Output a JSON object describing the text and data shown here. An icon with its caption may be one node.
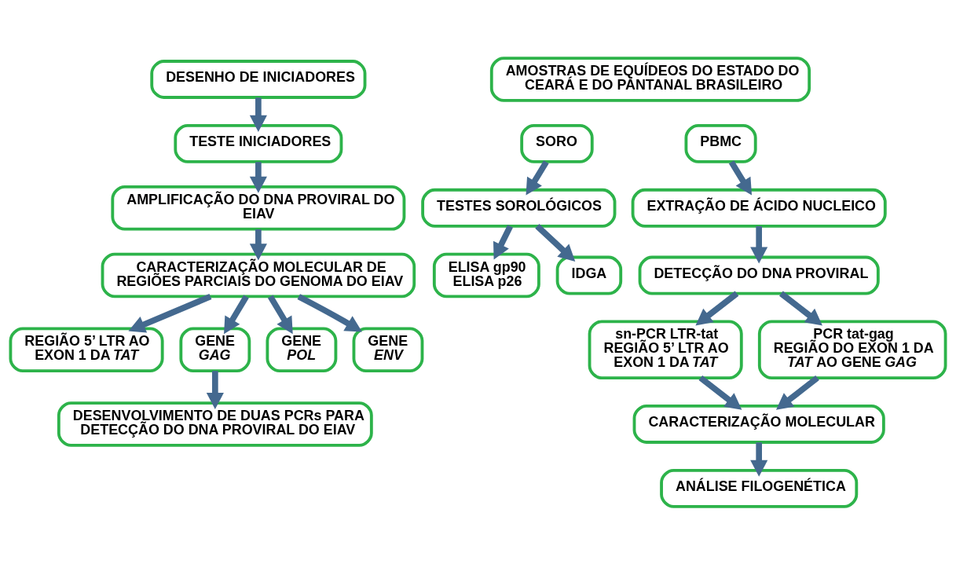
{
  "diagram": {
    "nodes": [
      {
        "text": [
          "DESENHO DE INICIADORES"
        ]
      },
      {
        "text": [
          "TESTE INICIADORES"
        ]
      },
      {
        "text": [
          "AMPLIFICAÇÃO DO DNA PROVIRAL DO EIAV"
        ]
      },
      {
        "text": [
          "CARACTERIZAÇÃO MOLECULAR DE REGIÕES PARCIAIS DO GENOMA DO EIAV"
        ]
      },
      {
        "text": [
          "REGIÃO 5’ LTR AO EXON 1 DA *TAT*"
        ]
      },
      {
        "text": [
          "GENE *GAG*"
        ]
      },
      {
        "text": [
          "GENE *POL*"
        ]
      },
      {
        "text": [
          "GENE *ENV*"
        ]
      },
      {
        "text": [
          "DESENVOLVIMENTO DE DUAS PCRs PARA DETECÇÃO DO DNA PROVIRAL DO EIAV"
        ]
      },
      {
        "text": [
          "AMOSTRAS DE EQUÍDEOS DO ESTADO DO CEARÁ E DO PANTANAL BRASILEIRO"
        ]
      },
      {
        "text": [
          "SORO"
        ]
      },
      {
        "text": [
          "PBMC"
        ]
      },
      {
        "text": [
          "TESTES SOROLÓGICOS"
        ]
      },
      {
        "text": [
          "ELISA gp90 ELISA p26"
        ]
      },
      {
        "text": [
          "IDGA"
        ]
      },
      {
        "text": [
          "EXTRAÇÃO DE ÁCIDO NUCLEICO"
        ]
      },
      {
        "text": [
          "DETECÇÃO DO DNA PROVIRAL"
        ]
      },
      {
        "text": [
          "sn-PCR LTR-tat",
          "REGIÃO 5’ LTR AO EXON 1 DA *TAT*"
        ]
      },
      {
        "text": [
          "PCR tat-gag",
          "REGIÃO DO EXON 1 DA *TAT* AO GENE *GAG*"
        ]
      },
      {
        "text": [
          "CARACTERIZAÇÃO MOLECULAR"
        ]
      },
      {
        "text": [
          "ANÁLISE FILOGENÉTICA"
        ]
      }
    ],
    "edges": [
      {
        "from": 0,
        "to": 1,
        "arrow": "to"
      },
      {
        "from": 1,
        "to": 2,
        "arrow": "to"
      },
      {
        "from": 2,
        "to": 3,
        "arrow": "to"
      },
      {
        "from": 3,
        "to": 4,
        "arrow": "to"
      },
      {
        "from": 3,
        "to": 5,
        "arrow": "to"
      },
      {
        "from": 3,
        "to": 6,
        "arrow": "to"
      },
      {
        "from": 3,
        "to": 7,
        "arrow": "to"
      },
      {
        "from": 5,
        "to": 8,
        "arrow": "to"
      },
      {
        "from": 10,
        "to": 12,
        "arrow": "to"
      },
      {
        "from": 12,
        "to": 13,
        "arrow": "to"
      },
      {
        "from": 12,
        "to": 14,
        "arrow": "to"
      },
      {
        "from": 11,
        "to": 15,
        "arrow": "to"
      },
      {
        "from": 15,
        "to": 16,
        "arrow": "to"
      },
      {
        "from": 16,
        "to": 17,
        "arrow": "to"
      },
      {
        "from": 16,
        "to": 18,
        "arrow": "to"
      },
      {
        "from": 17,
        "to": 19,
        "arrow": "to"
      },
      {
        "from": 18,
        "to": 19,
        "arrow": "to"
      },
      {
        "from": 19,
        "to": 20,
        "arrow": "to"
      }
    ]
  }
}
